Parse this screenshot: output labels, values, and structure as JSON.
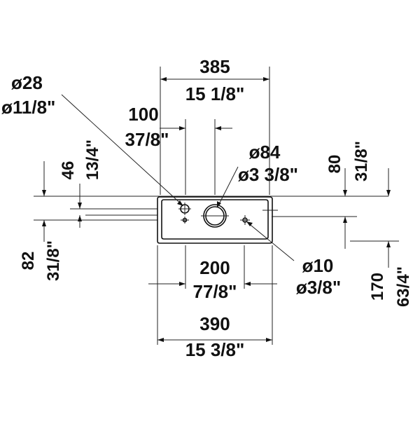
{
  "dimensions": {
    "overall_width_top": {
      "mm": "385",
      "inch": "15 1/8\""
    },
    "hole_spacing_top": {
      "mm": "100",
      "inch": "37/8\""
    },
    "hole_spacing_bottom": {
      "mm": "200",
      "inch": "77/8\""
    },
    "overall_width_bottom": {
      "mm": "390",
      "inch": "15 3/8\""
    },
    "small_hole": {
      "mm": "ø28",
      "inch": "ø11/8\""
    },
    "large_hole": {
      "mm": "ø84",
      "inch": "ø3 3/8\""
    },
    "side_hole": {
      "mm": "ø10",
      "inch": "ø3/8\""
    },
    "left_upper": {
      "mm": "46",
      "inch": "13/4\""
    },
    "left_lower": {
      "mm": "82",
      "inch": "31/8\""
    },
    "right_upper": {
      "mm": "80",
      "inch": "31/8\""
    },
    "right_lower": {
      "mm": "170",
      "inch": "63/4\""
    }
  }
}
